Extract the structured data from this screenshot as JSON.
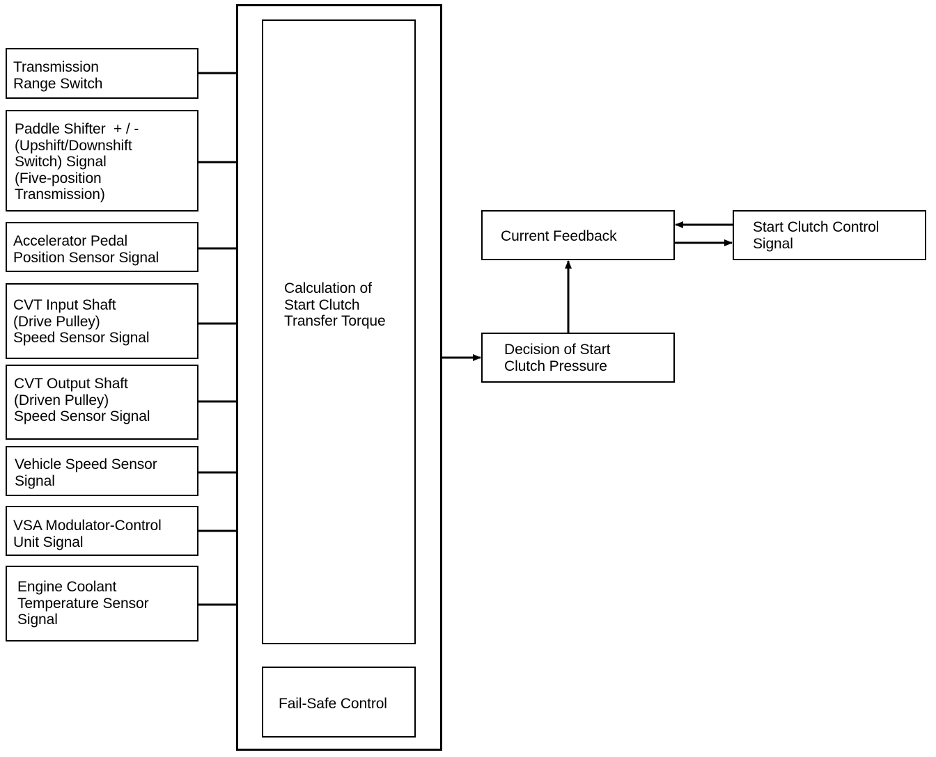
{
  "inputs": [
    {
      "id": "trs",
      "text": "Transmission\nRange Switch"
    },
    {
      "id": "paddle",
      "text": "Paddle Shifter  + / -\n(Upshift/Downshift\nSwitch) Signal\n(Five-position\nTransmission)"
    },
    {
      "id": "apps",
      "text": "Accelerator Pedal\nPosition Sensor Signal"
    },
    {
      "id": "input-shaft",
      "text": "CVT Input Shaft\n(Drive Pulley)\nSpeed Sensor Signal"
    },
    {
      "id": "output-shaft",
      "text": "CVT Output Shaft\n(Driven Pulley)\nSpeed Sensor Signal"
    },
    {
      "id": "vss",
      "text": "Vehicle Speed Sensor\nSignal"
    },
    {
      "id": "vsa",
      "text": "VSA Modulator-Control\nUnit Signal"
    },
    {
      "id": "ect",
      "text": "Engine Coolant\nTemperature Sensor\nSignal"
    }
  ],
  "calculation": "Calculation of\nStart Clutch\nTransfer Torque",
  "fail_safe": "Fail-Safe Control",
  "decision": "Decision of Start\nClutch Pressure",
  "current_feedback": "Current Feedback",
  "start_clutch_signal": "Start Clutch Control\nSignal",
  "colors": {
    "line": "#000000",
    "background": "#ffffff"
  }
}
